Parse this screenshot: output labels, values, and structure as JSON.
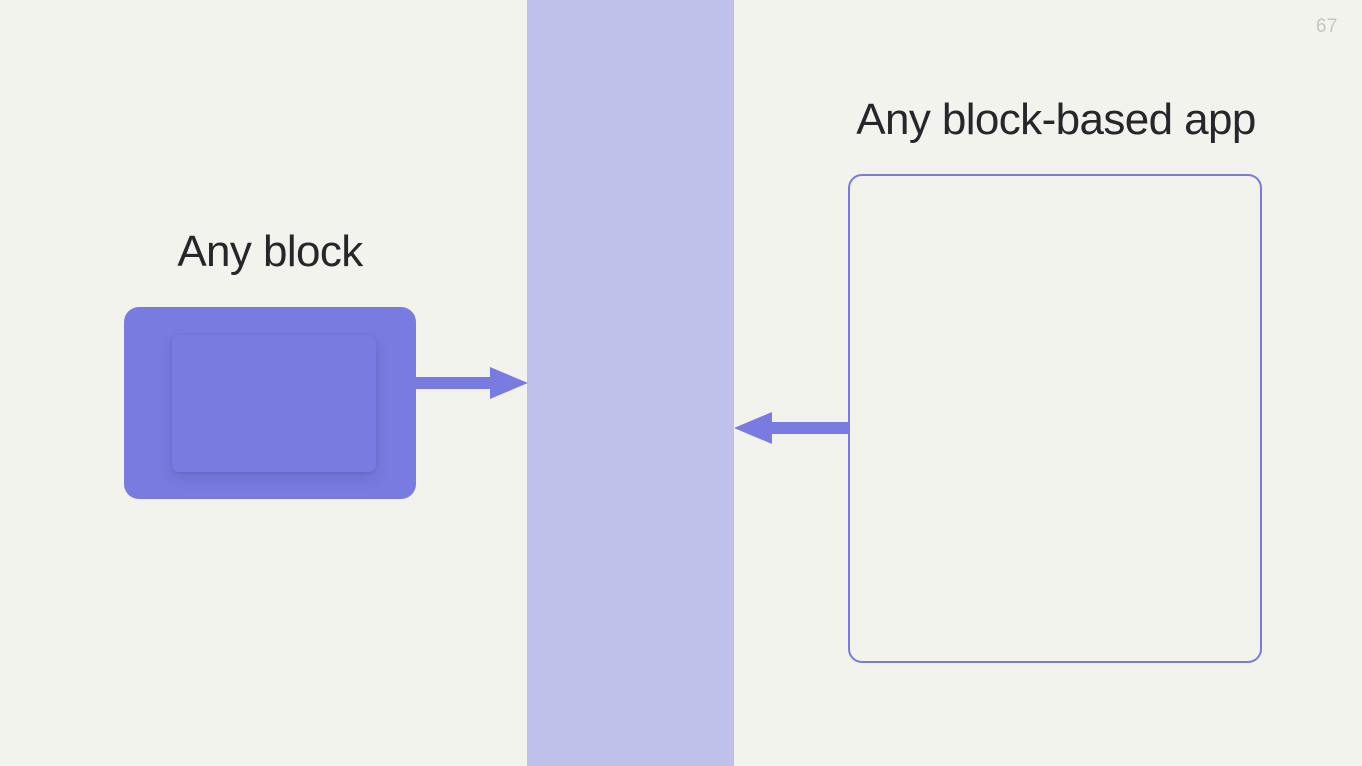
{
  "slide": {
    "page_number": "67",
    "background_color": "#f2f3ed"
  },
  "colors": {
    "accent_purple": "#7a7be0",
    "column_lavender": "#bfc1ea",
    "text_dark": "#26262b",
    "page_number_gray": "#c5c6c1",
    "background": "#f2f3ed"
  },
  "left": {
    "caption": "Any block",
    "block_name": "any-block-card"
  },
  "center": {
    "name": "shared-interop-column"
  },
  "right": {
    "caption": "Any block-based app",
    "frame_name": "any-block-based-app-frame"
  },
  "arrows": [
    {
      "name": "arrow-block-to-column",
      "direction": "right",
      "from": "Any block",
      "to": "center column"
    },
    {
      "name": "arrow-app-to-column",
      "direction": "left",
      "from": "Any block-based app",
      "to": "center column"
    }
  ]
}
